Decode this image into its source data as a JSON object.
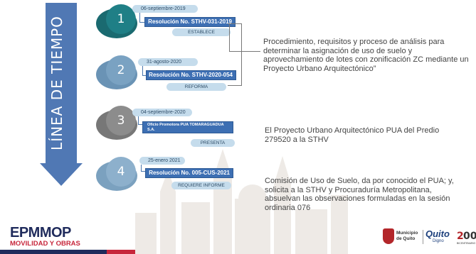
{
  "title": "LÍNEA DE TIEMPO",
  "steps": [
    {
      "number": "1",
      "date": "06-septiembre-2019",
      "resolution": "Resolución No. STHV-031-2019",
      "action": "ESTABLECE"
    },
    {
      "number": "2",
      "date": "31-agosto-2020",
      "resolution": "Resolución No. STHV-2020-054",
      "action": "REFORMA"
    },
    {
      "number": "3",
      "date": "04-septiembre-2020",
      "resolution": "Oficio Promotora PUA TOMARAGUADUA S.A.",
      "action": "PRESENTA"
    },
    {
      "number": "4",
      "date": "25-enero 2021",
      "resolution": "Resolución No. 005-CUS-2021",
      "action": "REQUIERE INFORME"
    }
  ],
  "descriptions": {
    "d1": "Procedimiento, requisitos y proceso de análisis para determinar la asignación de uso de suelo y aprovechamiento de lotes con zonificación ZC mediante un Proyecto Urbano Arquitectónico”",
    "d2": "El Proyecto Urbano Arquitectónico PUA del Predio 279520 a la STHV",
    "d3": "Comisión de Uso de Suelo, da por conocido el PUA; y, solicita a la STHV y Procuraduría Metropolitana, absuelvan las observaciones formuladas en la sesión ordinaria 076"
  },
  "footer": {
    "logo_main": "EPMMOP",
    "logo_sub": "MOVILIDAD Y OBRAS",
    "municipio": "Municipio de Quito",
    "quito": "Quito",
    "quito_sub": "Digno",
    "bicentenario": "BICENTENARIO"
  },
  "colors": {
    "arrow": "#5078b4",
    "circle1": "#1f7f86",
    "circle2": "#7aa2c2",
    "circle3": "#8c8c8c",
    "circle4": "#8db0cc",
    "resolution_bar": "#3d6fb3"
  }
}
